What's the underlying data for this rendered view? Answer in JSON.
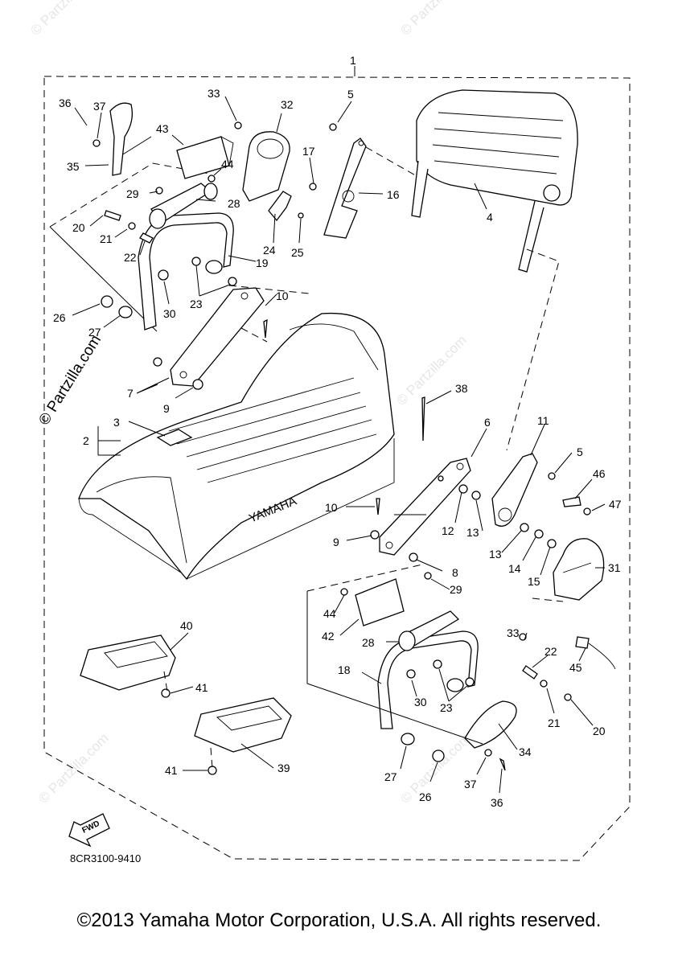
{
  "diagram": {
    "assembly_label": "1",
    "drawing_code": "8CR3100-9410",
    "fwd_label": "FWD",
    "watermark": "© Partzilla.com",
    "seat_brand": "YAMAHA",
    "callouts": [
      {
        "id": "c1",
        "text": "1"
      },
      {
        "id": "c2",
        "text": "2"
      },
      {
        "id": "c3",
        "text": "3"
      },
      {
        "id": "c4",
        "text": "4"
      },
      {
        "id": "c5a",
        "text": "5"
      },
      {
        "id": "c5b",
        "text": "5"
      },
      {
        "id": "c6",
        "text": "6"
      },
      {
        "id": "c7",
        "text": "7"
      },
      {
        "id": "c8",
        "text": "8"
      },
      {
        "id": "c9a",
        "text": "9"
      },
      {
        "id": "c9b",
        "text": "9"
      },
      {
        "id": "c10a",
        "text": "10"
      },
      {
        "id": "c10b",
        "text": "10"
      },
      {
        "id": "c11",
        "text": "11"
      },
      {
        "id": "c12",
        "text": "12"
      },
      {
        "id": "c13a",
        "text": "13"
      },
      {
        "id": "c13b",
        "text": "13"
      },
      {
        "id": "c14",
        "text": "14"
      },
      {
        "id": "c15",
        "text": "15"
      },
      {
        "id": "c16",
        "text": "16"
      },
      {
        "id": "c17",
        "text": "17"
      },
      {
        "id": "c18",
        "text": "18"
      },
      {
        "id": "c19",
        "text": "19"
      },
      {
        "id": "c20a",
        "text": "20"
      },
      {
        "id": "c20b",
        "text": "20"
      },
      {
        "id": "c21a",
        "text": "21"
      },
      {
        "id": "c21b",
        "text": "21"
      },
      {
        "id": "c22a",
        "text": "22"
      },
      {
        "id": "c22b",
        "text": "22"
      },
      {
        "id": "c23a",
        "text": "23"
      },
      {
        "id": "c23b",
        "text": "23"
      },
      {
        "id": "c24",
        "text": "24"
      },
      {
        "id": "c25",
        "text": "25"
      },
      {
        "id": "c26a",
        "text": "26"
      },
      {
        "id": "c26b",
        "text": "26"
      },
      {
        "id": "c27a",
        "text": "27"
      },
      {
        "id": "c27b",
        "text": "27"
      },
      {
        "id": "c28a",
        "text": "28"
      },
      {
        "id": "c28b",
        "text": "28"
      },
      {
        "id": "c29a",
        "text": "29"
      },
      {
        "id": "c29b",
        "text": "29"
      },
      {
        "id": "c30a",
        "text": "30"
      },
      {
        "id": "c30b",
        "text": "30"
      },
      {
        "id": "c31",
        "text": "31"
      },
      {
        "id": "c32",
        "text": "32"
      },
      {
        "id": "c33a",
        "text": "33"
      },
      {
        "id": "c33b",
        "text": "33"
      },
      {
        "id": "c34",
        "text": "34"
      },
      {
        "id": "c35",
        "text": "35"
      },
      {
        "id": "c36a",
        "text": "36"
      },
      {
        "id": "c36b",
        "text": "36"
      },
      {
        "id": "c37a",
        "text": "37"
      },
      {
        "id": "c37b",
        "text": "37"
      },
      {
        "id": "c38",
        "text": "38"
      },
      {
        "id": "c39",
        "text": "39"
      },
      {
        "id": "c40",
        "text": "40"
      },
      {
        "id": "c41a",
        "text": "41"
      },
      {
        "id": "c41b",
        "text": "41"
      },
      {
        "id": "c42",
        "text": "42"
      },
      {
        "id": "c43",
        "text": "43"
      },
      {
        "id": "c44a",
        "text": "44"
      },
      {
        "id": "c44b",
        "text": "44"
      },
      {
        "id": "c45",
        "text": "45"
      },
      {
        "id": "c46",
        "text": "46"
      },
      {
        "id": "c47",
        "text": "47"
      }
    ]
  },
  "footer": {
    "copyright": "©2013 Yamaha Motor Corporation, U.S.A. All rights reserved."
  }
}
